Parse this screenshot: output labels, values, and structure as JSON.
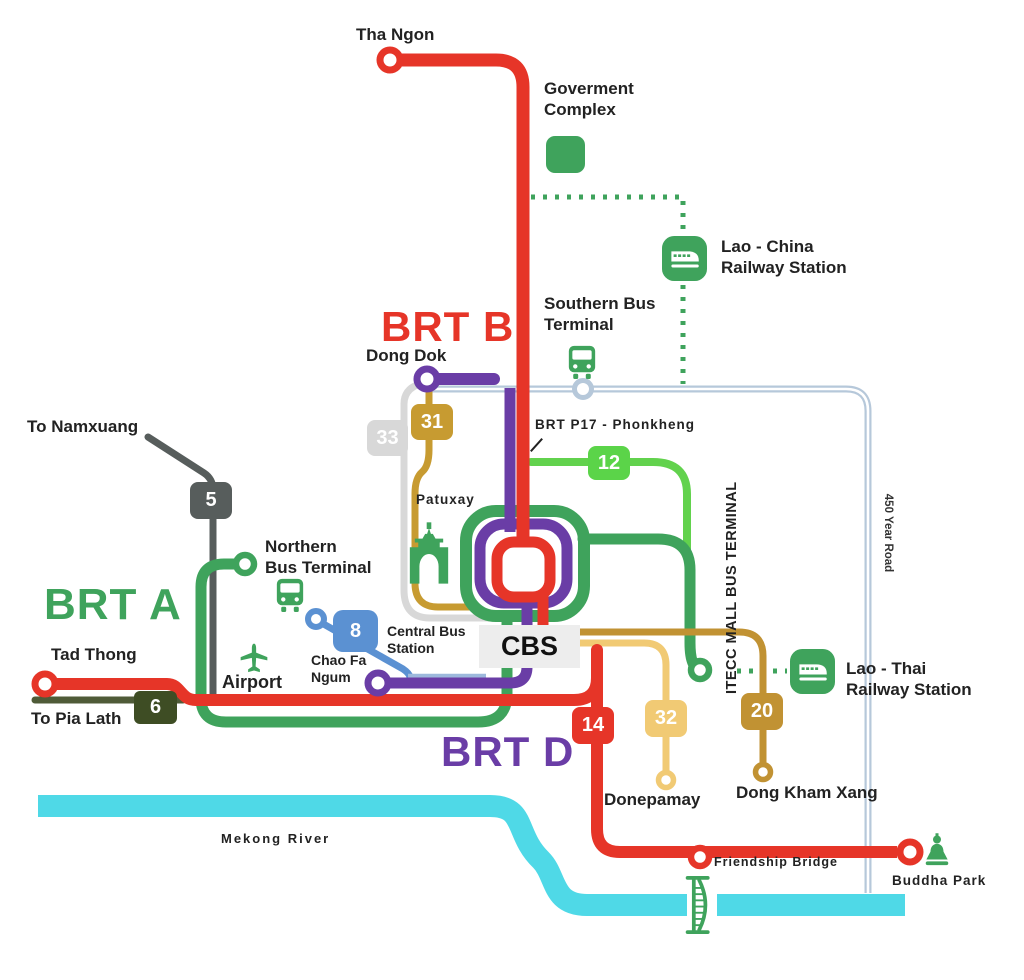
{
  "title": "Vientiane BRT network map",
  "colors": {
    "red": "#e63528",
    "purple": "#6a3da6",
    "green": "#3fa35c",
    "bright-green": "#62d24d",
    "badge12-green": "#5bd449",
    "gray-line": "#d8d8d8",
    "dark-gray": "#575d5c",
    "olive-badge": "#3e4d24",
    "olive-line": "#4f5b38",
    "gold": "#c79b31",
    "dark-gold": "#c19233",
    "light-gold": "#f1ca74",
    "blue": "#5b91d2",
    "light-blue": "#9db9dc",
    "road": "#b6c8da",
    "river": "#4fd9e7",
    "cbs-bg": "#ededed",
    "text": "#222222"
  },
  "routes": {
    "brt_a_label": "BRT A",
    "brt_b_label": "BRT B",
    "brt_d_label": "BRT D"
  },
  "badges": {
    "b5": "5",
    "b6": "6",
    "b8": "8",
    "b12": "12",
    "b14": "14",
    "b20": "20",
    "b31": "31",
    "b32": "32",
    "b33": "33"
  },
  "stations": {
    "tha_ngon": "Tha Ngon",
    "government_complex": {
      "line1": "Goverment",
      "line2": "Complex"
    },
    "lao_china": {
      "line1": "Lao - China",
      "line2": "Railway Station"
    },
    "southern_bus": {
      "line1": "Southern Bus",
      "line2": "Terminal"
    },
    "dong_dok": "Dong Dok",
    "to_namxuang": "To Namxuang",
    "northern_bus": {
      "line1": "Northern",
      "line2": "Bus Terminal"
    },
    "tad_thong": "Tad Thong",
    "to_pia_lath": "To Pia Lath",
    "airport": "Airport",
    "chao_fa_ngum": {
      "line1": "Chao Fa",
      "line2": "Ngum"
    },
    "central_bus": {
      "line1": "Central Bus",
      "line2": "Station"
    },
    "cbs": "CBS",
    "donepamay": "Donepamay",
    "dong_kham_xang": "Dong Kham Xang",
    "lao_thai": {
      "line1": "Lao - Thai",
      "line2": "Railway Station"
    },
    "friendship_bridge": "Friendship Bridge",
    "buddha_park": "Buddha Park"
  },
  "annotations": {
    "brt_p17": "BRT P17 - Phonkheng",
    "patuxay": "Patuxay",
    "mekong_river": "Mekong River",
    "itecc": "ITECC MALL BUS TERMINAL",
    "year_road": "450 Year Road"
  }
}
